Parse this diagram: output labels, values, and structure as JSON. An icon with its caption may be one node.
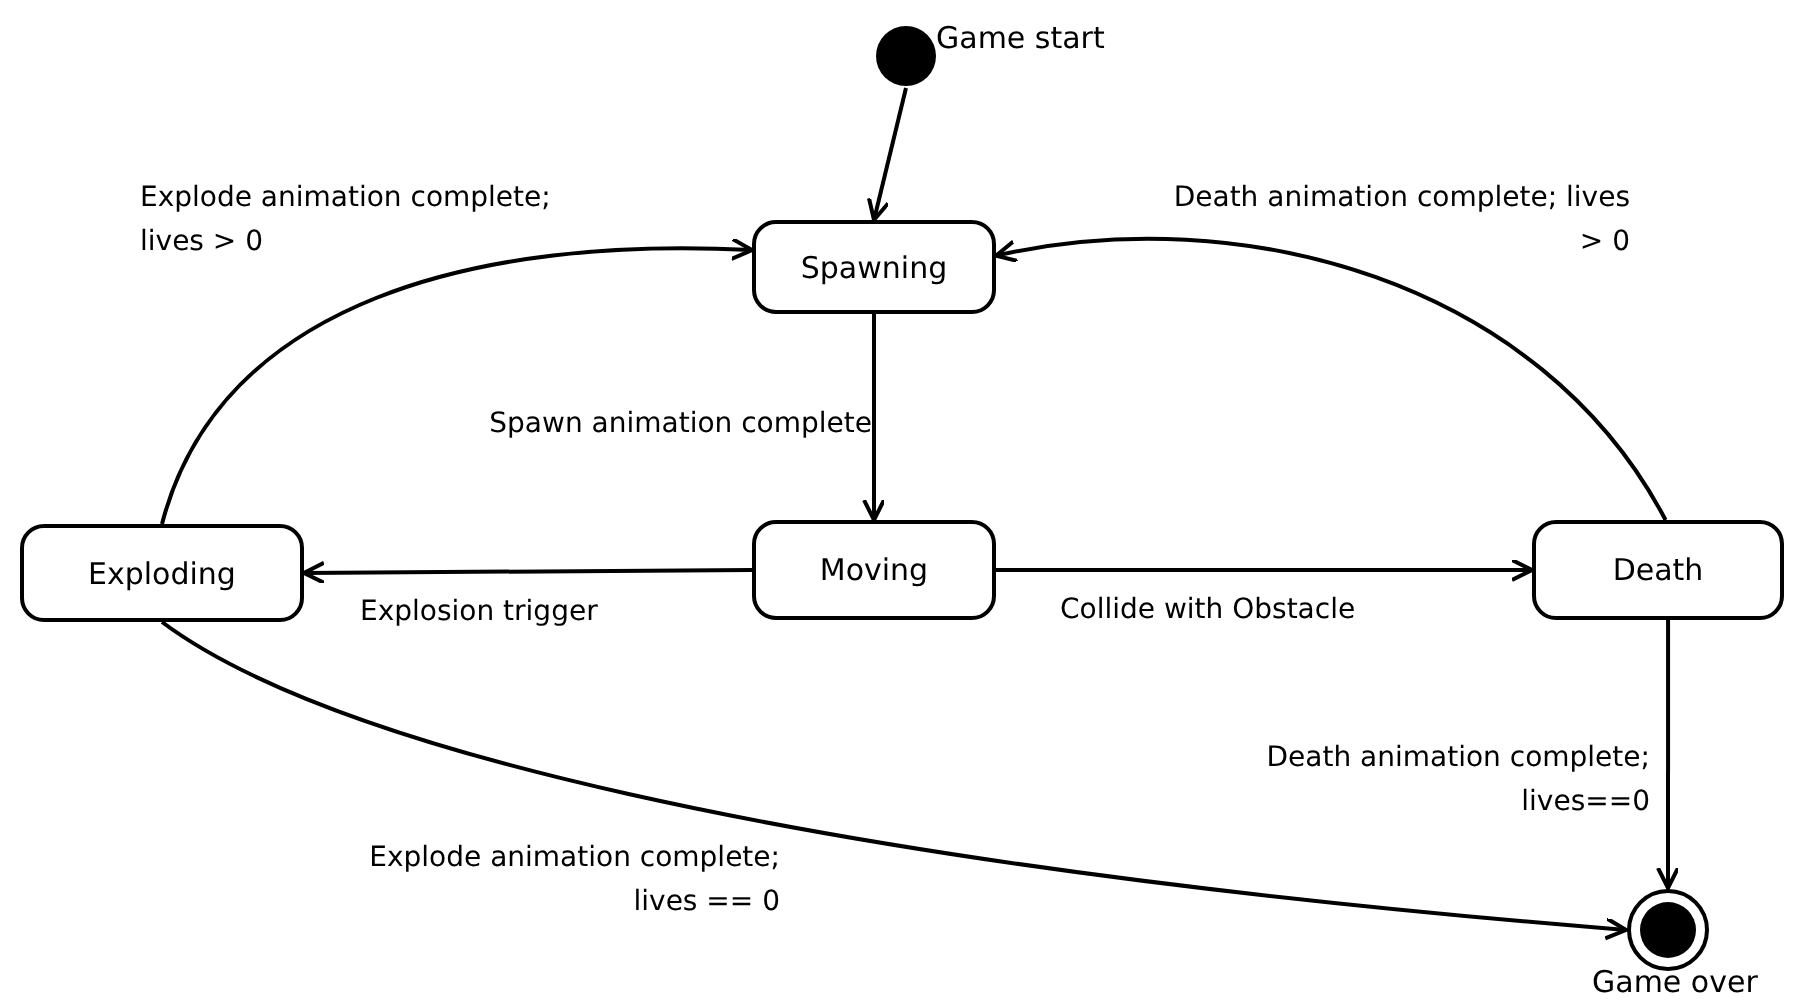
{
  "diagram": {
    "nodes": [
      {
        "text": [],
        "shape": "circle",
        "beside": [
          "Game start"
        ]
      },
      {
        "text": [
          "Spawning"
        ]
      },
      {
        "text": [
          "Moving"
        ]
      },
      {
        "text": [
          "Exploding"
        ]
      },
      {
        "text": [
          "Death"
        ]
      },
      {
        "text": [],
        "shape": "bullseye",
        "beside": [
          "Game over"
        ]
      }
    ],
    "edges": [
      {
        "from": 0,
        "to": 1,
        "arrow": "to"
      },
      {
        "from": 1,
        "to": 2,
        "arrow": "to",
        "label": "Spawn animation complete"
      },
      {
        "from": 2,
        "to": 3,
        "arrow": "to",
        "label": "Explosion trigger"
      },
      {
        "from": 2,
        "to": 4,
        "arrow": "to",
        "label": "Collide with Obstacle"
      },
      {
        "from": 3,
        "to": 1,
        "arrow": "to",
        "label": "Explode animation complete; lives > 0"
      },
      {
        "from": 4,
        "to": 1,
        "arrow": "to",
        "label": "Death animation complete; lives > 0"
      },
      {
        "from": 4,
        "to": 5,
        "arrow": "to",
        "label": "Death animation complete; lives==0"
      },
      {
        "from": 3,
        "to": 5,
        "arrow": "to",
        "label": "Explode animation complete; lives == 0"
      }
    ]
  }
}
